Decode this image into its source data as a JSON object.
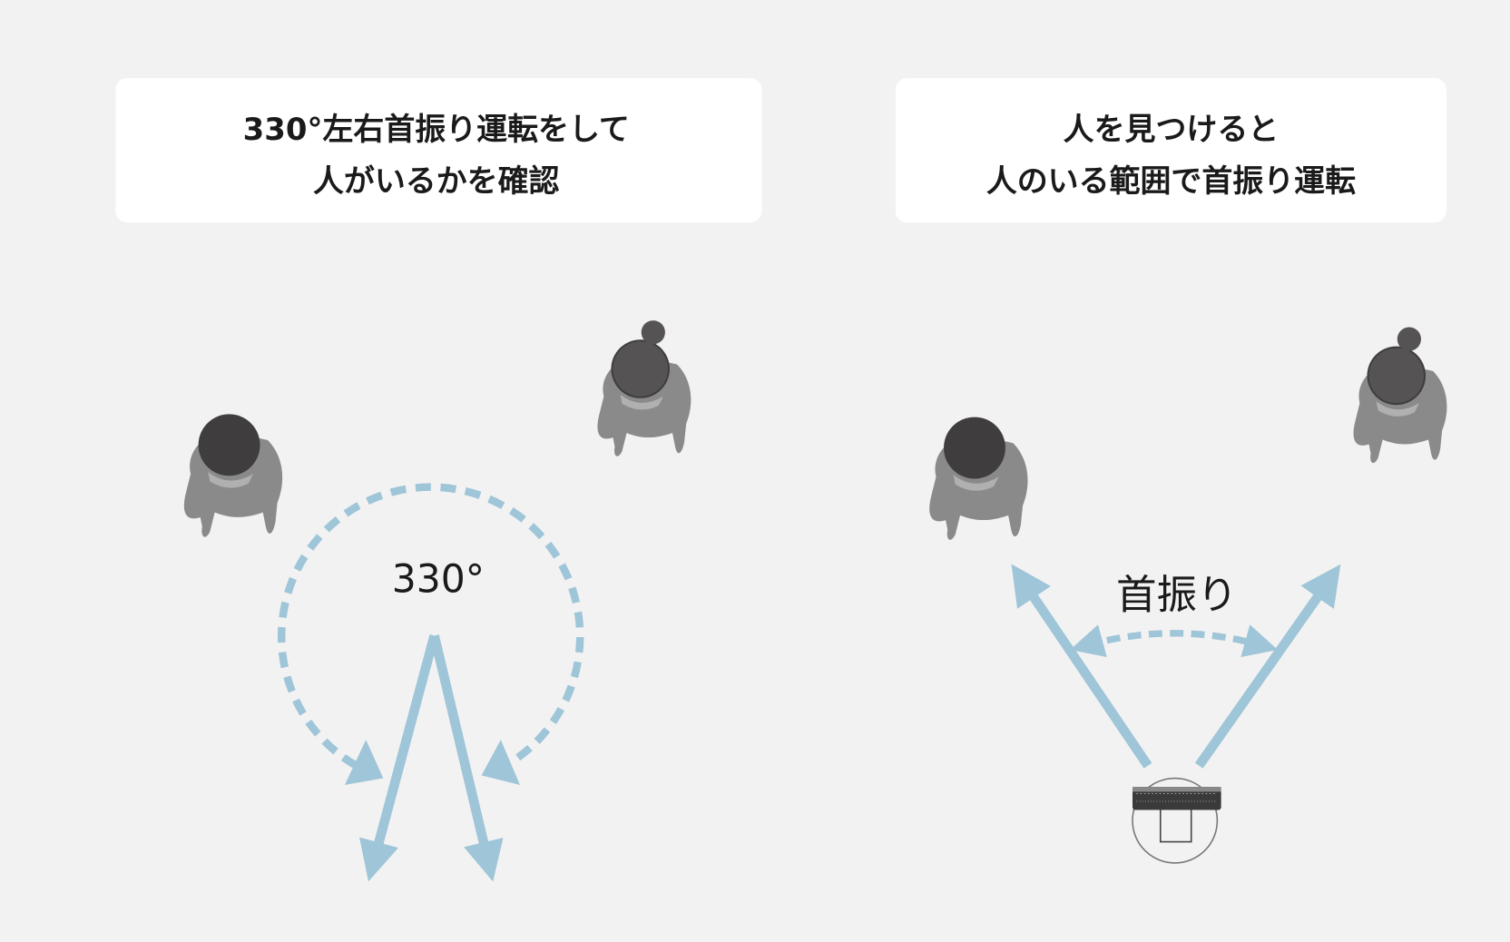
{
  "left_panel": {
    "caption_line1": "330°左右首振り運転をして",
    "caption_line2": "人がいるかを確認",
    "angle_label": "330°"
  },
  "right_panel": {
    "caption_line1": "人を見つけると",
    "caption_line2": "人のいる範囲で首振り運転",
    "swing_label": "首振り"
  },
  "colors": {
    "background": "#f2f2f2",
    "arrow": "#9fc5d8",
    "person_body": "#8a8a8a",
    "person_head": "#3f3d3d"
  }
}
